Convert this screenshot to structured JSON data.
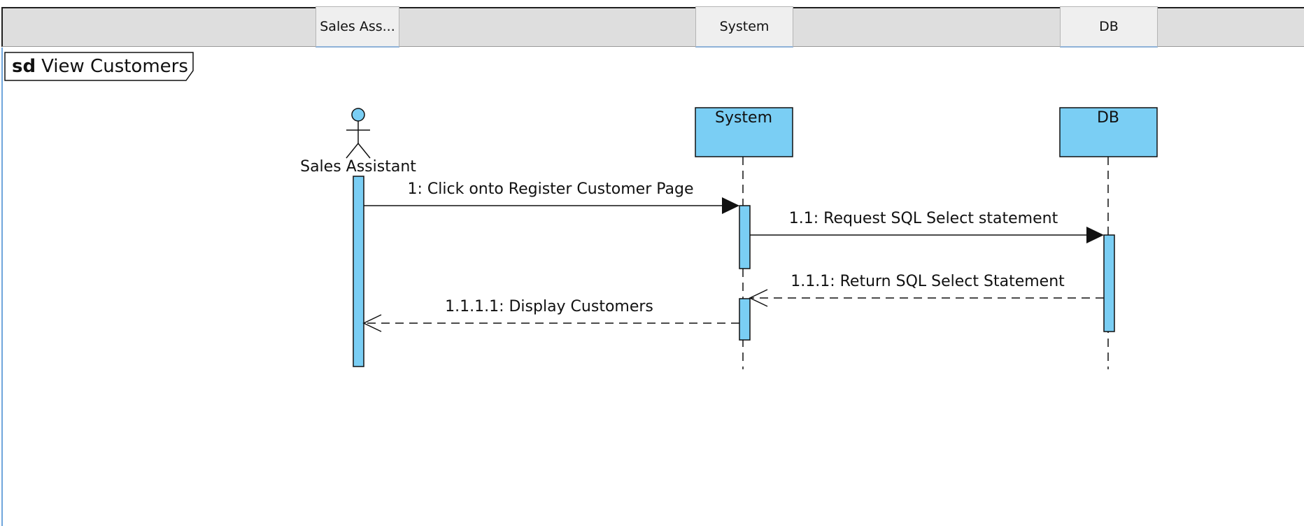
{
  "header": {
    "tabs": [
      {
        "label": "Sales Ass..."
      },
      {
        "label": "System"
      },
      {
        "label": "DB"
      }
    ]
  },
  "frame": {
    "keyword": "sd",
    "name": "View Customers"
  },
  "lifelines": [
    {
      "name": "Sales Assistant",
      "kind": "actor"
    },
    {
      "name": "System",
      "kind": "object"
    },
    {
      "name": "DB",
      "kind": "object"
    }
  ],
  "messages": [
    {
      "label": "1: Click onto Register Customer Page",
      "kind": "synchronous"
    },
    {
      "label": "1.1: Request SQL Select statement",
      "kind": "synchronous"
    },
    {
      "label": "1.1.1: Return SQL Select Statement",
      "kind": "reply"
    },
    {
      "label": "1.1.1.1: Display Customers",
      "kind": "reply"
    }
  ],
  "colors": {
    "lifeline_fill": "#7acef4",
    "outline": "#111111",
    "header_bg": "#dedede",
    "canvas_border": "#6fa6dc"
  }
}
